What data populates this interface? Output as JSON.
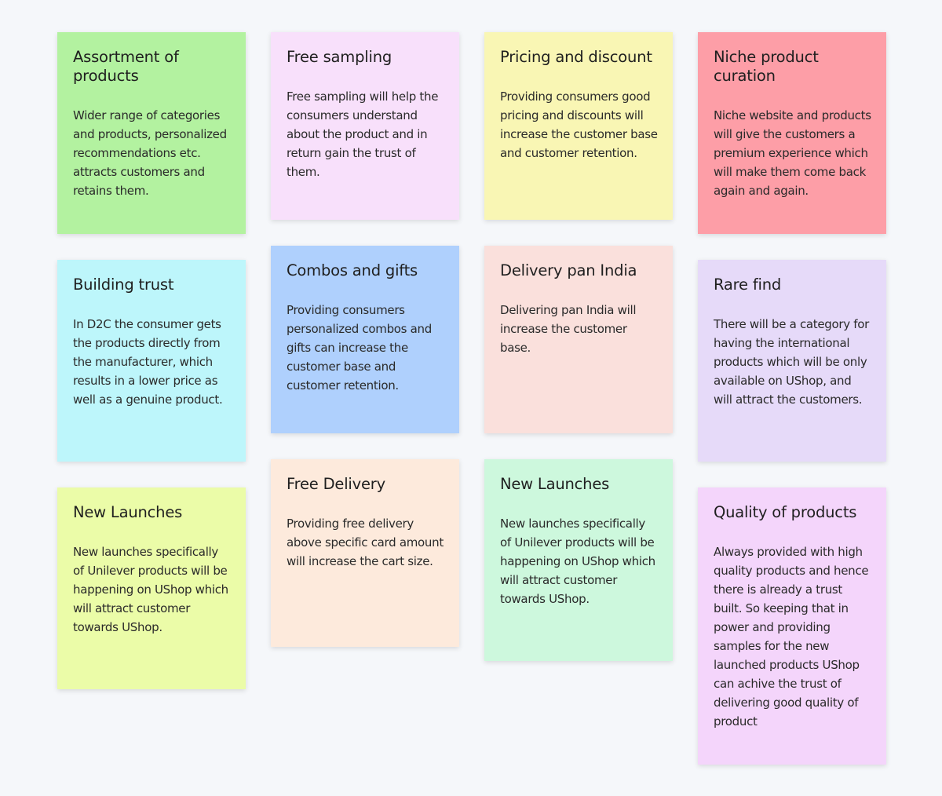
{
  "notes": [
    {
      "title": "Assortment of products",
      "body": "Wider range of categories and products, personalized recommendations etc. attracts customers and retains them.",
      "color": "#b3f2a0"
    },
    {
      "title": "Free sampling",
      "body": "Free sampling will help the consumers understand about the product and in return gain the trust of them.",
      "color": "#f8e0fb"
    },
    {
      "title": "Pricing and discount",
      "body": "Providing consumers good pricing and discounts will increase the customer base and customer retention.",
      "color": "#f9f6b4"
    },
    {
      "title": "Niche product curation",
      "body": "Niche website and products will give the customers a premium experience which will make them come back again and again.",
      "color": "#fd9ea7"
    },
    {
      "title": "Building trust",
      "body": "In D2C the consumer gets the products directly from the manufacturer, which results in a lower price as well as a genuine product.",
      "color": "#bdf6fb"
    },
    {
      "title": "Combos and gifts",
      "body": "Providing consumers personalized combos and gifts can increase the customer base and customer retention.",
      "color": "#afd0fd"
    },
    {
      "title": "Delivery pan India",
      "body": "Delivering pan India will increase the customer base.",
      "color": "#fae0dc"
    },
    {
      "title": "Rare find",
      "body": "There will be a category for having the international products which will be only available on UShop, and will attract the customers.",
      "color": "#e6daf9"
    },
    {
      "title": "New Launches",
      "body": "New launches specifically of Unilever products will be happening on UShop which will attract customer towards UShop.",
      "color": "#ebfca8"
    },
    {
      "title": "Free Delivery",
      "body": "Providing free delivery above specific card amount will increase the cart size.",
      "color": "#fdeadc"
    },
    {
      "title": "New Launches",
      "body": "New launches specifically of Unilever products will be happening on UShop which will attract customer towards UShop.",
      "color": "#cdf8dd"
    },
    {
      "title": "Quality of products",
      "body": "Always provided with high quality products and hence there is already a trust built. So keeping that in power and providing samples for the new launched products UShop can achive the trust of delivering good quality of product",
      "color": "#f4d5fb"
    }
  ]
}
